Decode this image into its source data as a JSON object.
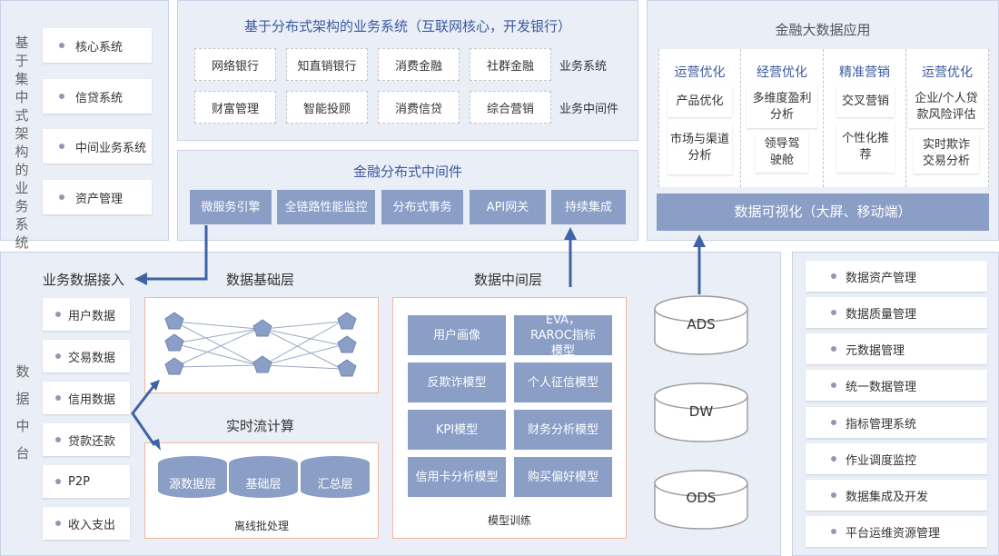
{
  "left_system": {
    "vertical_title": "基于集中式架构的业务系统",
    "items": [
      "核心系统",
      "信贷系统",
      "中间业务系统",
      "资产管理"
    ]
  },
  "dist_system": {
    "title": "基于分布式架构的业务系统（互联网核心，开发银行）",
    "row1": [
      "网络银行",
      "知直销银行",
      "消费金融",
      "社群金融"
    ],
    "row1_label": "业务系统",
    "row2": [
      "财富管理",
      "智能投顾",
      "消费信贷",
      "综合营销"
    ],
    "row2_label": "业务中间件"
  },
  "middleware": {
    "title": "金融分布式中间件",
    "items": [
      "微服务引擎",
      "全链路性能监控",
      "分布式事务",
      "API网关",
      "持续集成"
    ]
  },
  "bigdata_app": {
    "title": "金融大数据应用",
    "columns": [
      {
        "header": "运营优化",
        "cards": [
          "产品优化",
          "市场与渠道分析"
        ]
      },
      {
        "header": "经营优化",
        "cards": [
          "多维度盈利分析",
          "领导驾驶舱"
        ]
      },
      {
        "header": "精准营销",
        "cards": [
          "交叉营销",
          "个性化推荐"
        ]
      },
      {
        "header": "运营优化",
        "cards": [
          "企业/个人贷款风险评估",
          "实时欺诈交易分析"
        ]
      }
    ],
    "visual_bar": "数据可视化（大屏、移动端）"
  },
  "data_platform": {
    "vertical_title": "数据中台",
    "ingest_title": "业务数据接入",
    "ingest_items": [
      "用户数据",
      "交易数据",
      "信用数据",
      "贷款还款",
      "P2P",
      "收入支出"
    ],
    "foundation_title": "数据基础层",
    "stream_title": "实时流计算",
    "batch_items": [
      "源数据层",
      "基础层",
      "汇总层"
    ],
    "batch_label": "离线批处理",
    "middle_title": "数据中间层",
    "models": [
      "用户画像",
      "EVA，RAROC指标模型",
      "反欺诈模型",
      "个人征信模型",
      "KPI模型",
      "财务分析模型",
      "信用卡分析模型",
      "购买偏好模型"
    ],
    "model_label": "模型训练",
    "stores": [
      "ADS",
      "DW",
      "ODS"
    ]
  },
  "governance": {
    "items": [
      "数据资产管理",
      "数据质量管理",
      "元数据管理",
      "统一数据管理",
      "指标管理系统",
      "作业调度监控",
      "数据集成及开发",
      "平台运维资源管理"
    ]
  },
  "colors": {
    "accent_blue": "#8a9ec6",
    "arrow_blue": "#3f63a4",
    "title_blue": "#3d5a9e",
    "panel": "#e9eef7",
    "orange_border": "#f0b8a0"
  }
}
